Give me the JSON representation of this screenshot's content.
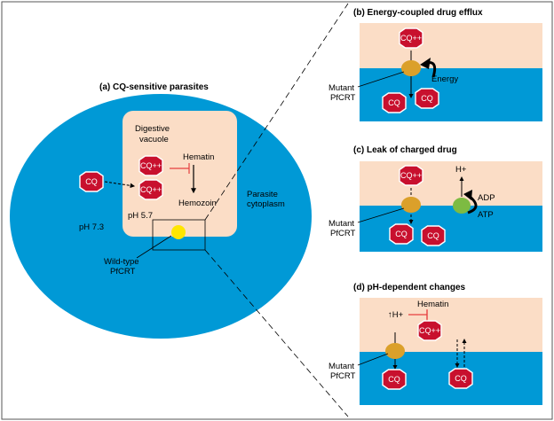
{
  "colors": {
    "cytoplasm": "#0099d6",
    "vacuole": "#fbddc6",
    "drug": "#c8102e",
    "pfcrt_wild": "#ffe600",
    "pfcrt_mutant": "#dba02a",
    "atpase": "#7dbb42",
    "inhibition": "#e53f3f"
  },
  "panel_a": {
    "title": "(a) CQ-sensitive parasites",
    "vacuole_label_1": "Digestive",
    "vacuole_label_2": "vacuole",
    "hematin": "Hematin",
    "hemozoin": "Hemozoin",
    "ph_vacuole": "pH 5.7",
    "ph_cytoplasm": "pH 7.3",
    "cytoplasm_label_1": "Parasite",
    "cytoplasm_label_2": "cytoplasm",
    "transporter_label_1": "Wild-type",
    "transporter_label_2": "PfCRT",
    "drug_neutral": "CQ",
    "drug_charged": "CQ++"
  },
  "panel_b": {
    "title": "(b)  Energy-coupled drug efflux",
    "energy": "Energy",
    "mutant_1": "Mutant",
    "mutant_2": "PfCRT",
    "drug_neutral": "CQ",
    "drug_charged": "CQ++"
  },
  "panel_c": {
    "title": "(c)  Leak of charged drug",
    "proton": "H+",
    "adp": "ADP",
    "atp": "ATP",
    "mutant_1": "Mutant",
    "mutant_2": "PfCRT",
    "drug_neutral": "CQ",
    "drug_charged": "CQ++"
  },
  "panel_d": {
    "title": "(d)  pH-dependent changes",
    "hematin": "Hematin",
    "proton": "↑H+",
    "mutant_1": "Mutant",
    "mutant_2": "PfCRT",
    "drug_neutral": "CQ",
    "drug_charged": "CQ++"
  }
}
